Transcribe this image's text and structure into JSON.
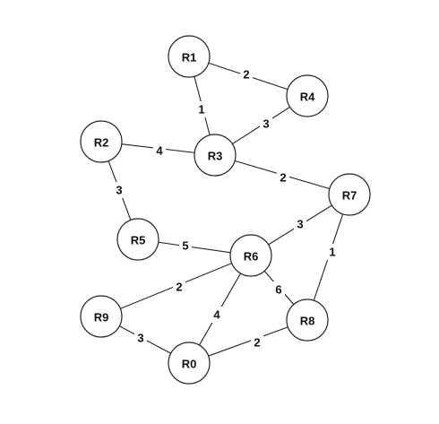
{
  "graph": {
    "nodes": [
      {
        "id": "R1",
        "label": "R1"
      },
      {
        "id": "R4",
        "label": "R4"
      },
      {
        "id": "R2",
        "label": "R2"
      },
      {
        "id": "R3",
        "label": "R3"
      },
      {
        "id": "R7",
        "label": "R7"
      },
      {
        "id": "R5",
        "label": "R5"
      },
      {
        "id": "R6",
        "label": "R6"
      },
      {
        "id": "R9",
        "label": "R9"
      },
      {
        "id": "R8",
        "label": "R8"
      },
      {
        "id": "R0",
        "label": "R0"
      }
    ],
    "edges": [
      {
        "from": "R1",
        "to": "R4",
        "weight": "2"
      },
      {
        "from": "R1",
        "to": "R3",
        "weight": "1"
      },
      {
        "from": "R4",
        "to": "R3",
        "weight": "3"
      },
      {
        "from": "R2",
        "to": "R3",
        "weight": "4"
      },
      {
        "from": "R3",
        "to": "R7",
        "weight": "2"
      },
      {
        "from": "R2",
        "to": "R5",
        "weight": "3"
      },
      {
        "from": "R5",
        "to": "R6",
        "weight": "5"
      },
      {
        "from": "R6",
        "to": "R7",
        "weight": "3"
      },
      {
        "from": "R7",
        "to": "R8",
        "weight": "1"
      },
      {
        "from": "R6",
        "to": "R9",
        "weight": "2"
      },
      {
        "from": "R6",
        "to": "R8",
        "weight": "6"
      },
      {
        "from": "R6",
        "to": "R0",
        "weight": "4"
      },
      {
        "from": "R9",
        "to": "R0",
        "weight": "3"
      },
      {
        "from": "R0",
        "to": "R8",
        "weight": "2"
      }
    ]
  }
}
